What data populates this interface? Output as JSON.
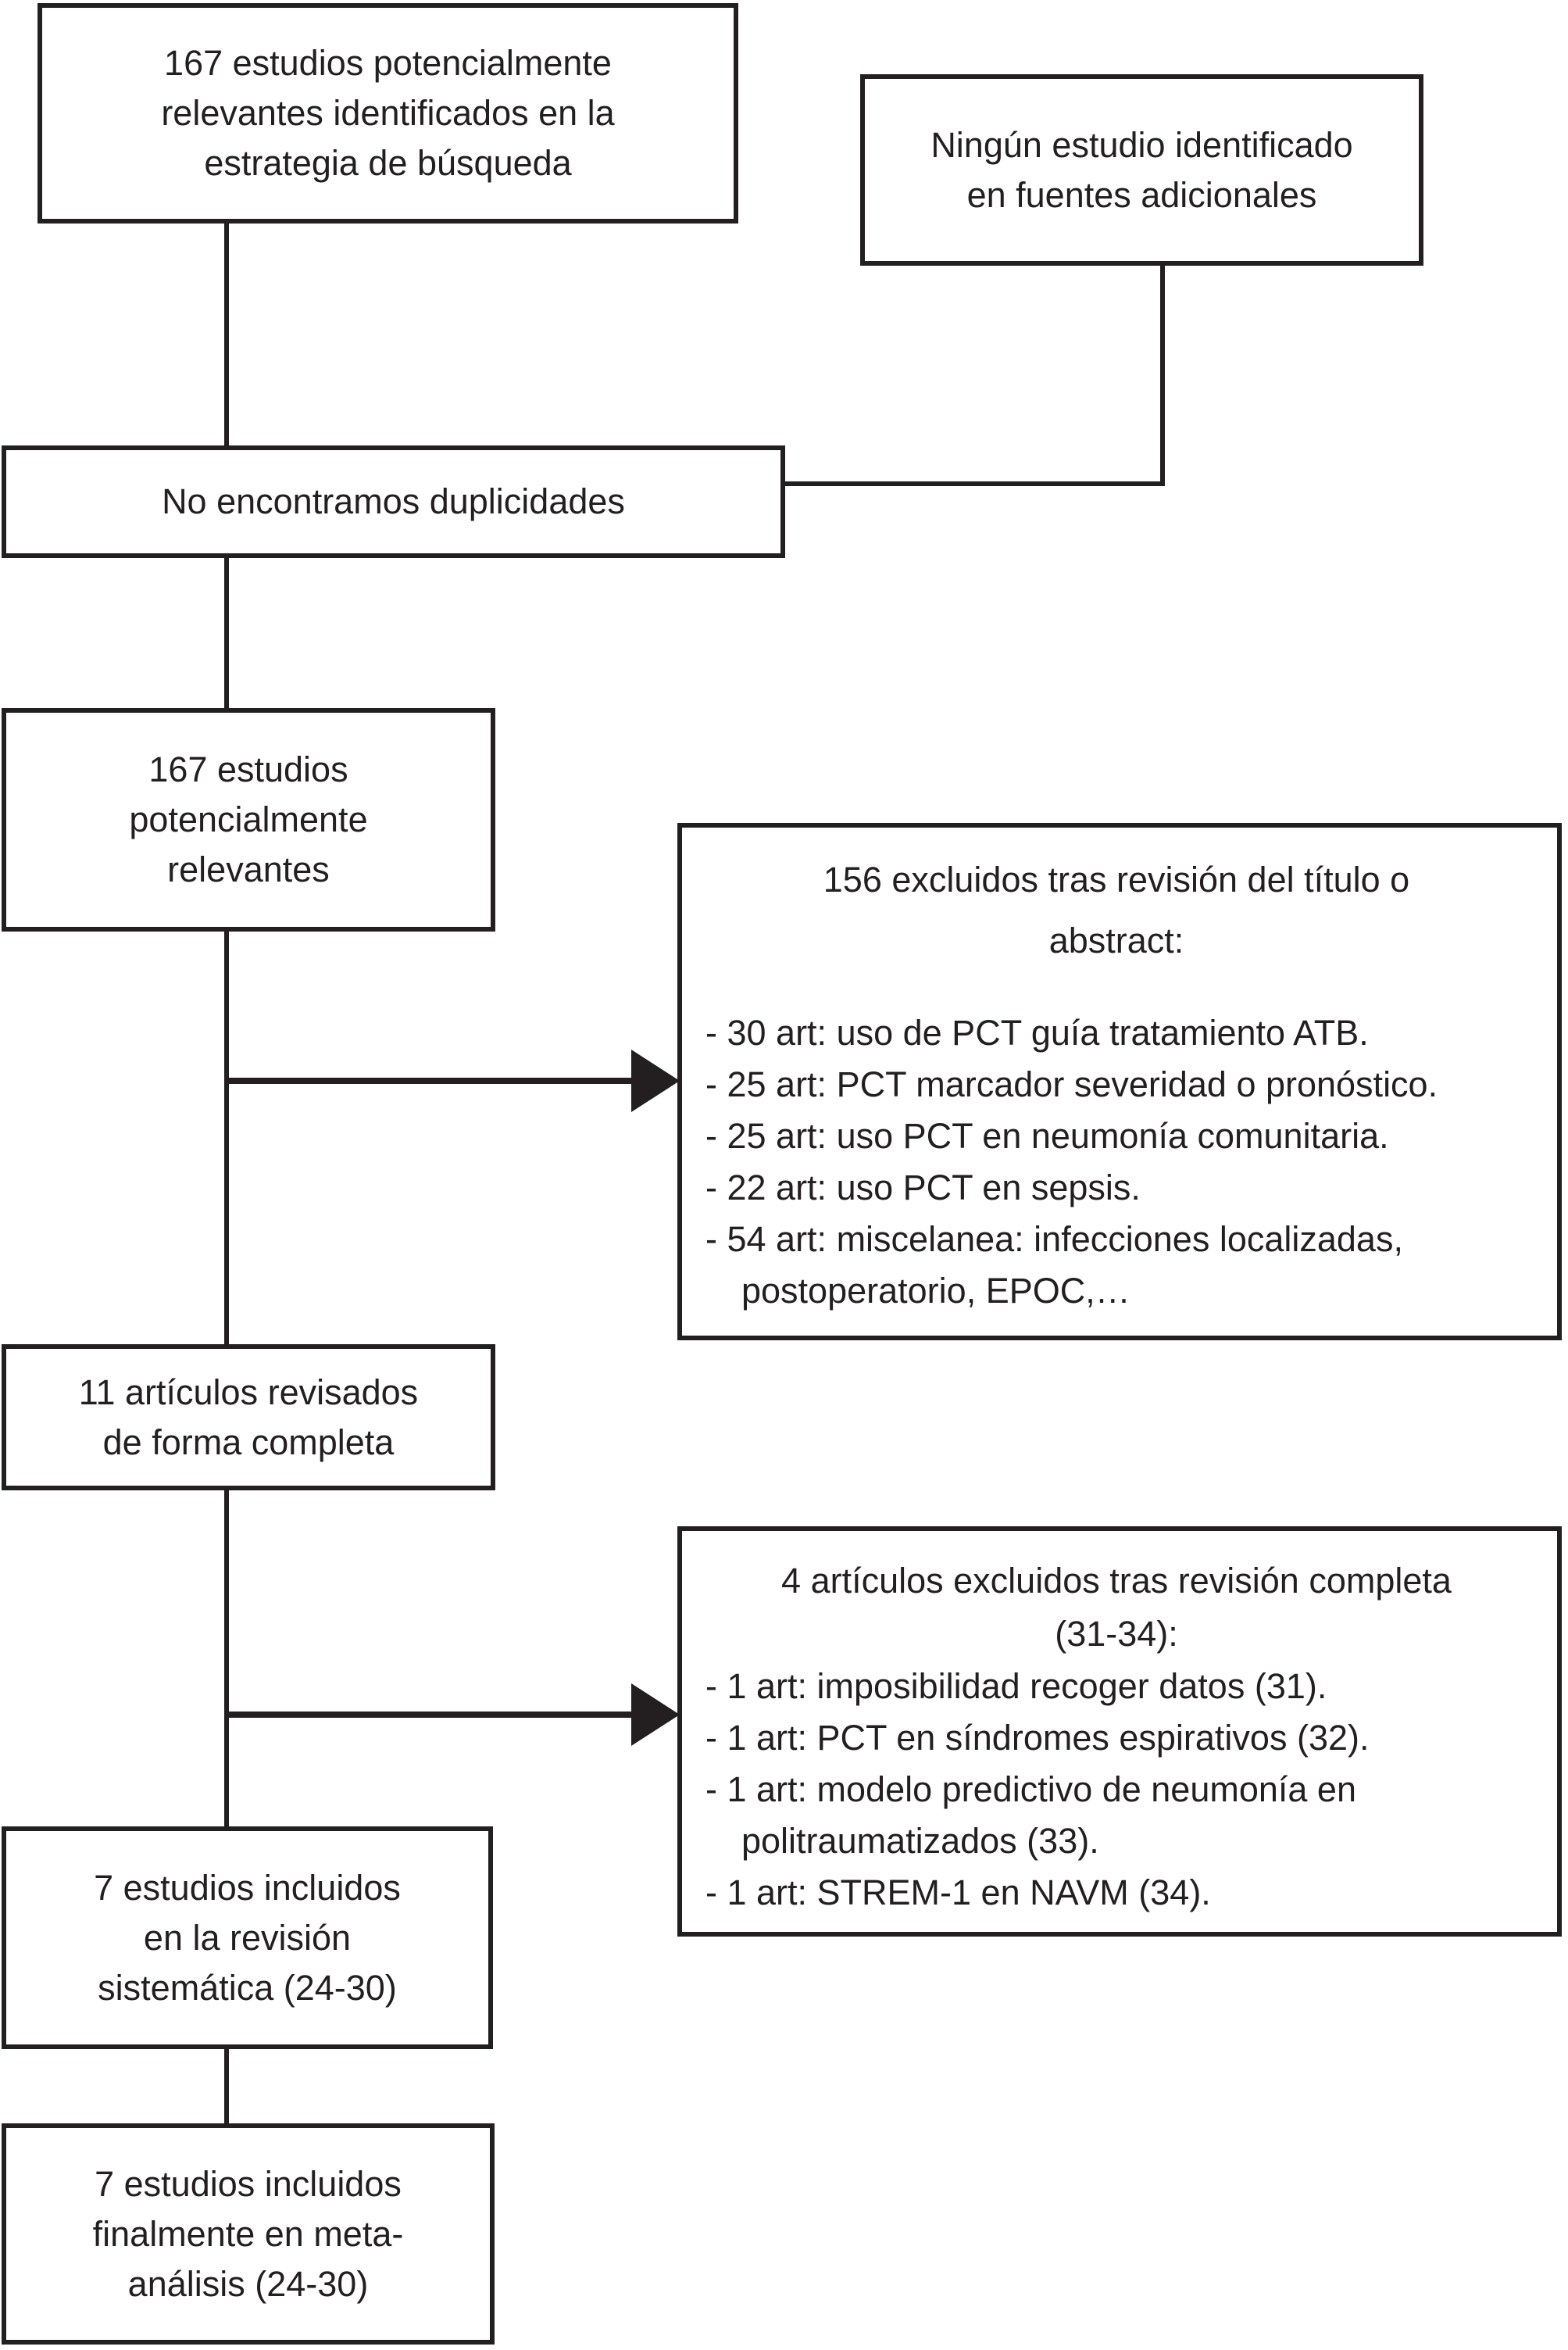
{
  "diagram": {
    "box_search": {
      "text": "167 estudios potencialmente\nrelevantes identificados en la\nestrategia de búsqueda"
    },
    "box_additional_sources": {
      "text": "Ningún estudio identificado\nen fuentes adicionales"
    },
    "box_duplicates": {
      "text": "No encontramos duplicidades"
    },
    "box_potentially_relevant": {
      "text": "167 estudios\npotencialmente\nrelevantes"
    },
    "box_excluded_title": {
      "heading": "156 excluidos tras revisión del título o\nabstract:",
      "bullets": [
        "- 30 art: uso de PCT guía tratamiento ATB.",
        "- 25 art: PCT marcador severidad o pronóstico.",
        "- 25 art: uso PCT en neumonía comunitaria.",
        "- 22 art: uso PCT en sepsis.",
        "- 54 art: miscelanea: infecciones localizadas, postoperatorio, EPOC,…"
      ]
    },
    "box_full_text_review": {
      "text": "11 artículos revisados\nde forma completa"
    },
    "box_excluded_full": {
      "heading": "4 artículos excluidos tras revisión completa\n(31-34):",
      "bullets": [
        "- 1 art: imposibilidad recoger datos (31).",
        "- 1 art: PCT en síndromes espirativos (32).",
        "- 1 art: modelo predictivo de neumonía en politraumatizados (33).",
        "- 1 art: STREM-1 en NAVM (34)."
      ]
    },
    "box_included_review": {
      "text": "7 estudios incluidos\nen la revisión\nsistemática (24-30)"
    },
    "box_included_meta": {
      "text": "7 estudios incluidos\nfinalmente en meta-\nanálisis (24-30)"
    }
  }
}
